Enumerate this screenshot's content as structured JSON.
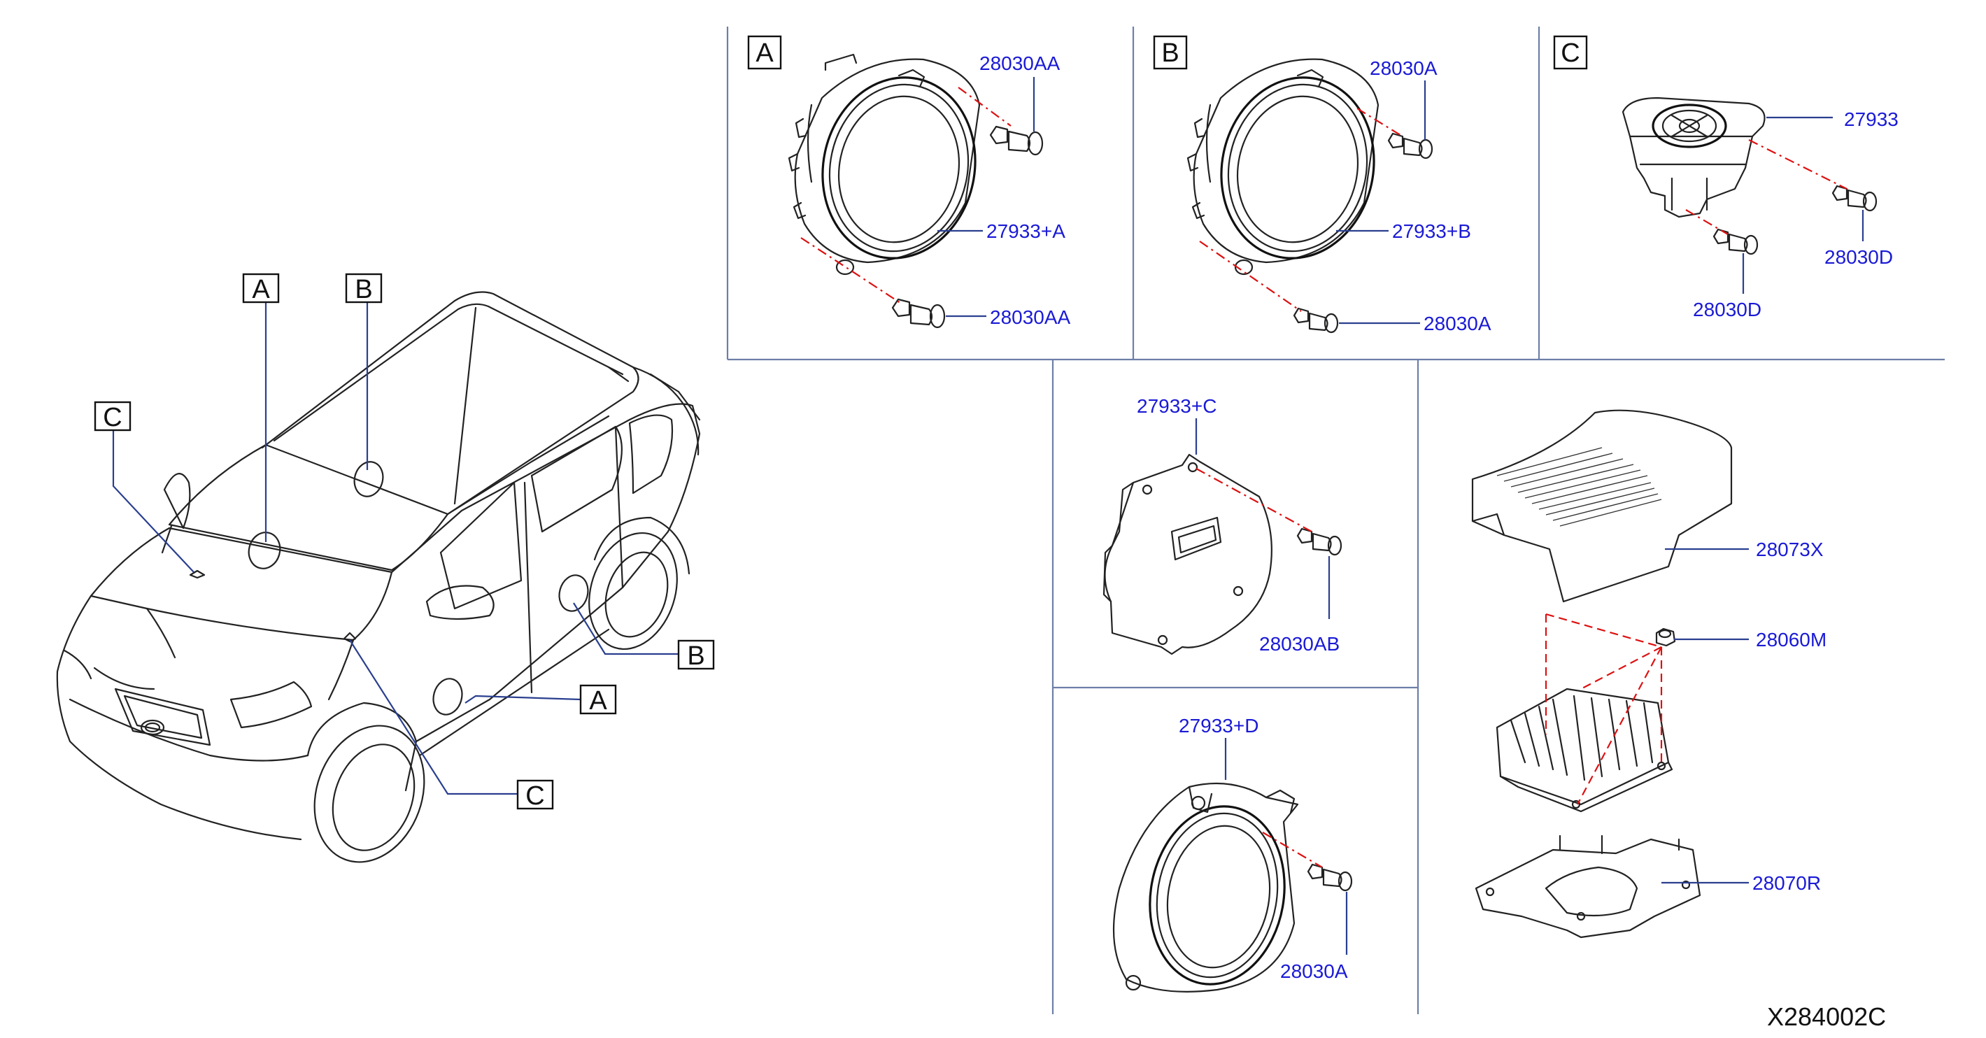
{
  "diagram_code": "X284002C",
  "view_labels": {
    "car_a_upper": "A",
    "car_b_upper": "B",
    "car_c_upper": "C",
    "car_b_right": "B",
    "car_a_right": "A",
    "car_c_lower": "C",
    "panel_a": "A",
    "panel_b": "B",
    "panel_c": "C"
  },
  "part_numbers": {
    "panel_a_bolt_top": "28030AA",
    "panel_a_speaker": "27933+A",
    "panel_a_bolt_bottom": "28030AA",
    "panel_b_bolt_top": "28030A",
    "panel_b_speaker": "27933+B",
    "panel_b_bolt_bottom": "28030A",
    "panel_c_tweeter": "27933",
    "panel_c_bolt_right": "28030D",
    "panel_c_bolt_left": "28030D",
    "panel_d_unit": "27933+C",
    "panel_d_bolt": "28030AB",
    "panel_e_speaker": "27933+D",
    "panel_e_bolt": "28030A",
    "amp_cover": "28073X",
    "amp_nut": "28060M",
    "amp_bracket": "28070R"
  }
}
